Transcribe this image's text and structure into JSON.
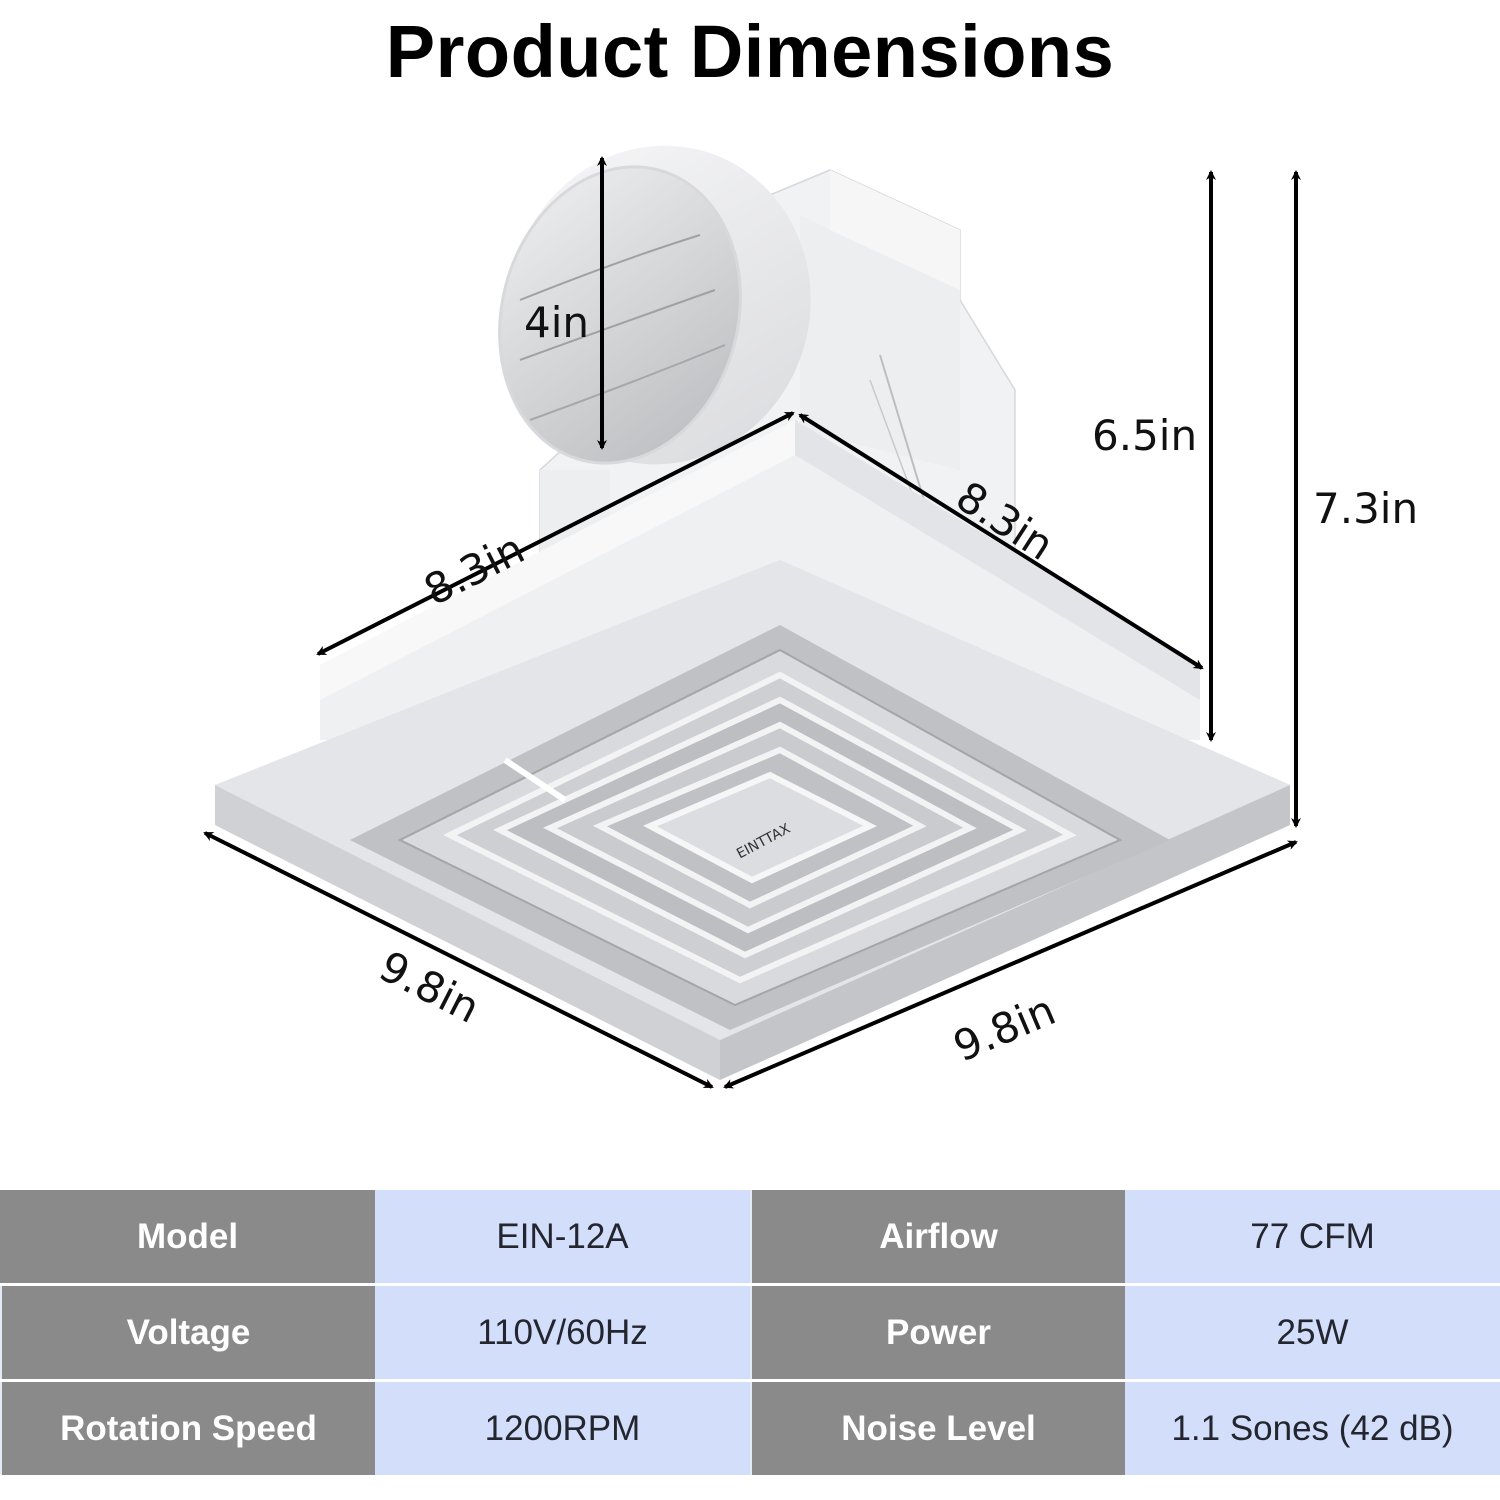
{
  "page": {
    "title": "Product Dimensions"
  },
  "diagram": {
    "product": "ceiling exhaust fan",
    "brand_logo_text": "EINTTAX",
    "dimensions": {
      "duct_diameter": "4in",
      "housing_width_left": "8.3in",
      "housing_width_right": "8.3in",
      "housing_height": "6.5in",
      "total_height": "7.3in",
      "grille_width_left": "9.8in",
      "grille_width_right": "9.8in"
    },
    "colors": {
      "arrow": "#000000",
      "body": "#e9eaec",
      "body_shadow": "#c9cbcf",
      "grille_dark": "#8e9095"
    }
  },
  "spec_table": {
    "colors": {
      "label_bg": "#8a8a8a",
      "label_text": "#ffffff",
      "value_bg": "#d3defb",
      "value_text": "#23262e"
    },
    "rows": [
      {
        "label1": "Model",
        "value1": "EIN-12A",
        "label2": "Airflow",
        "value2": "77 CFM"
      },
      {
        "label1": "Voltage",
        "value1": "110V/60Hz",
        "label2": "Power",
        "value2": "25W"
      },
      {
        "label1": "Rotation Speed",
        "value1": "1200RPM",
        "label2": "Noise Level",
        "value2": "1.1 Sones (42 dB)"
      }
    ]
  }
}
